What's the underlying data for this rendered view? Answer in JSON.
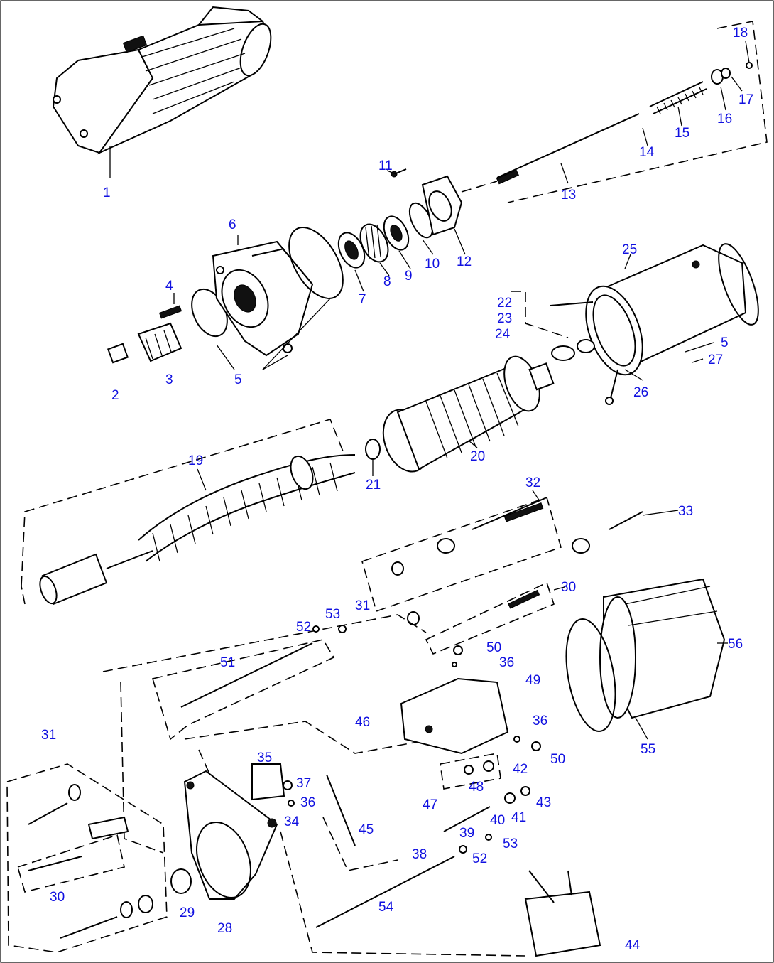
{
  "diagram": {
    "type": "exploded-parts-diagram",
    "callout_color": "#1010e0",
    "callouts": {
      "c1": "1",
      "c2": "2",
      "c3": "3",
      "c4": "4",
      "c5a": "5",
      "c5b": "5",
      "c6": "6",
      "c7": "7",
      "c8": "8",
      "c9": "9",
      "c10": "10",
      "c11": "11",
      "c12": "12",
      "c13": "13",
      "c14": "14",
      "c15": "15",
      "c16": "16",
      "c17": "17",
      "c18": "18",
      "c19": "19",
      "c20": "20",
      "c21": "21",
      "c22": "22",
      "c23": "23",
      "c24": "24",
      "c25": "25",
      "c26": "26",
      "c27": "27",
      "c28": "28",
      "c29": "29",
      "c30a": "30",
      "c30b": "30",
      "c31a": "31",
      "c31b": "31",
      "c32": "32",
      "c33": "33",
      "c34": "34",
      "c35": "35",
      "c36a": "36",
      "c36b": "36",
      "c36c": "36",
      "c37": "37",
      "c38": "38",
      "c39": "39",
      "c40": "40",
      "c41": "41",
      "c42": "42",
      "c43": "43",
      "c44": "44",
      "c45": "45",
      "c46": "46",
      "c47": "47",
      "c48": "48",
      "c49": "49",
      "c50a": "50",
      "c50b": "50",
      "c51": "51",
      "c52a": "52",
      "c52b": "52",
      "c53a": "53",
      "c53b": "53",
      "c54": "54",
      "c55": "55",
      "c56": "56"
    }
  }
}
